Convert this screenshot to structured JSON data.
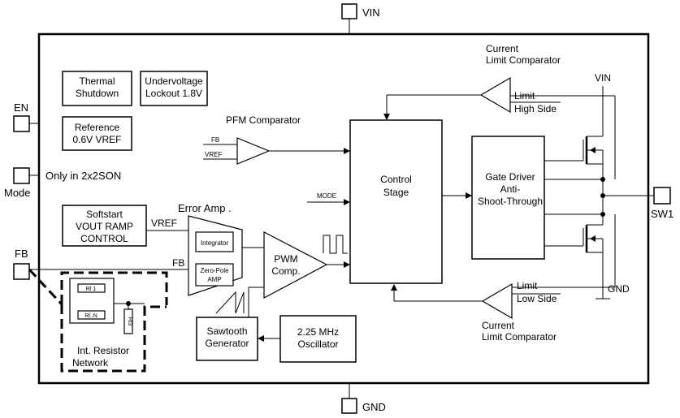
{
  "pins": {
    "vin": "VIN",
    "gnd": "GND",
    "en": "EN",
    "mode": "Mode",
    "mode_note": "Only in  2x2SON",
    "fb": "FB",
    "sw1": "SW1"
  },
  "blocks": {
    "thermal": [
      "Thermal",
      "Shutdown"
    ],
    "uvlo": [
      "Undervoltage",
      "Lockout 1.8V"
    ],
    "reference": [
      "Reference",
      "0.6V VREF"
    ],
    "softstart": [
      "Softstart",
      "VOUT RAMP",
      "CONTROL"
    ],
    "control": [
      "Control",
      "Stage"
    ],
    "gate_driver": [
      "Gate Driver",
      "Anti-",
      "Shoot-Through"
    ],
    "sawtooth": [
      "Sawtooth",
      "Generator"
    ],
    "oscillator": [
      "2.25 MHz",
      "Oscillator"
    ],
    "integrator": "Integrator",
    "zero_pole": [
      "Zero-Pole",
      "AMP"
    ],
    "pwm": [
      "PWM",
      "Comp."
    ],
    "resistor_net": [
      "Int. Resistor",
      "Network"
    ],
    "r1": "Rl 1",
    "rn": "Rl..N",
    "r3": "Rl3"
  },
  "labels": {
    "pfm_comparator": "PFM Comparator",
    "pfm_fb": "FB",
    "pfm_vref": "VREF",
    "mode_in": "MODE",
    "error_amp": "Error Amp .",
    "ea_vref": "VREF",
    "ea_fb": "FB",
    "current_limit_top": [
      "Current",
      "Limit Comparator"
    ],
    "limit_high": [
      "Limit",
      "High Side"
    ],
    "current_limit_bottom": [
      "Current",
      "Limit Comparator"
    ],
    "limit_low": [
      "Limit",
      "Low Side"
    ],
    "vin_switch": "VIN",
    "gnd_switch": "GND"
  }
}
